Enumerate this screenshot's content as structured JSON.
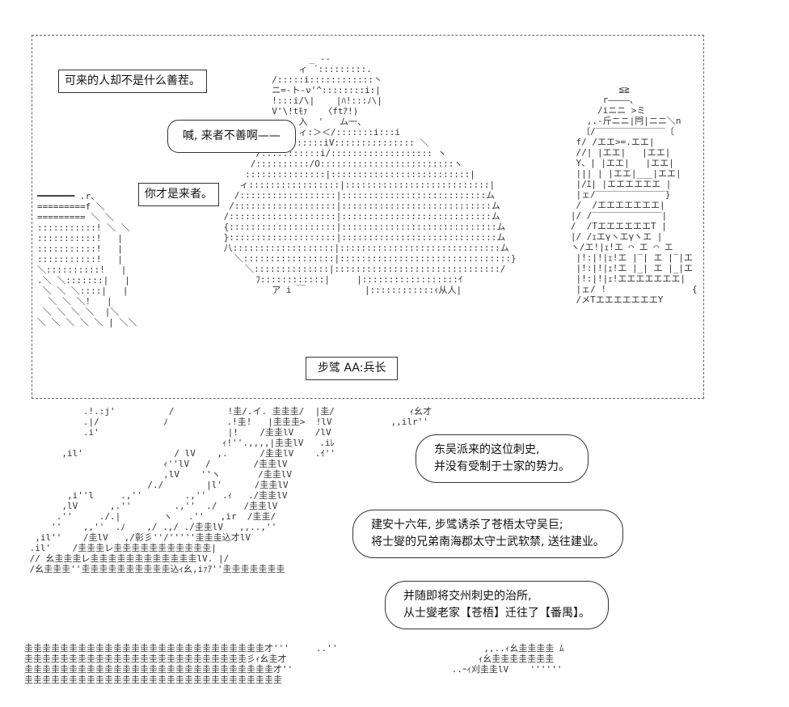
{
  "top_panel": {
    "caption1": "可来的人却不是什么善茬。",
    "speech1": "喊, 来者不善啊——",
    "caption2": "你才是来者。",
    "label": "步骘 AA:兵长"
  },
  "narration": {
    "box1": [
      "东吴派来的这位刺史,",
      "并没有受制于士家的势力。"
    ],
    "box2": [
      "建安十六年, 步骘诱杀了苍梧太守吴巨;",
      "将士燮的兄弟南海郡太守士武软禁, 送往建业。"
    ],
    "box3": [
      "并随即将交州刺史的治所,",
      "从士燮老家【苍梧】迁往了【番禺】。"
    ]
  }
}
